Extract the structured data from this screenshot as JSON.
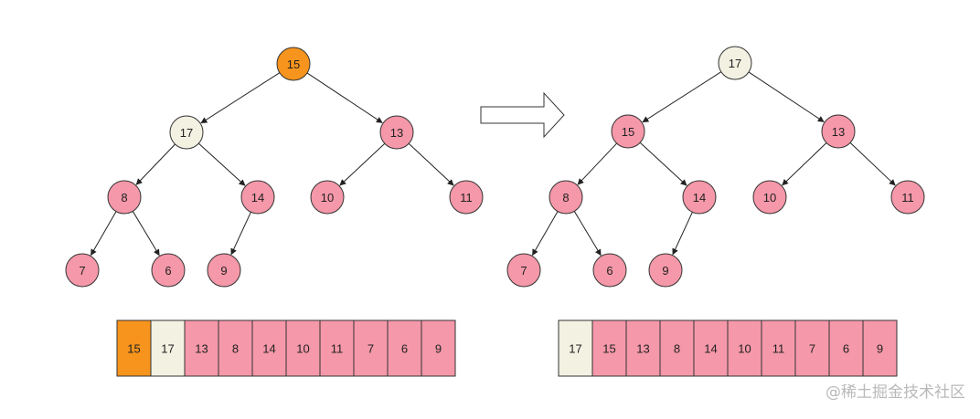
{
  "colors": {
    "pink": "#f598a9",
    "orange": "#f7941d",
    "cream": "#f3f1e2",
    "stroke": "#333333",
    "text": "#222222"
  },
  "before": {
    "tree": {
      "nodes": [
        {
          "id": "n0",
          "label": "15",
          "fill": "orange"
        },
        {
          "id": "n1",
          "label": "17",
          "fill": "cream"
        },
        {
          "id": "n2",
          "label": "13",
          "fill": "pink"
        },
        {
          "id": "n3",
          "label": "8",
          "fill": "pink"
        },
        {
          "id": "n4",
          "label": "14",
          "fill": "pink"
        },
        {
          "id": "n5",
          "label": "10",
          "fill": "pink"
        },
        {
          "id": "n6",
          "label": "11",
          "fill": "pink"
        },
        {
          "id": "n7",
          "label": "7",
          "fill": "pink"
        },
        {
          "id": "n8",
          "label": "6",
          "fill": "pink"
        },
        {
          "id": "n9",
          "label": "9",
          "fill": "pink"
        }
      ],
      "edges": [
        [
          "n0",
          "n1"
        ],
        [
          "n0",
          "n2"
        ],
        [
          "n1",
          "n3"
        ],
        [
          "n1",
          "n4"
        ],
        [
          "n2",
          "n5"
        ],
        [
          "n2",
          "n6"
        ],
        [
          "n3",
          "n7"
        ],
        [
          "n3",
          "n8"
        ],
        [
          "n4",
          "n9"
        ]
      ]
    },
    "array": [
      {
        "label": "15",
        "fill": "orange"
      },
      {
        "label": "17",
        "fill": "cream"
      },
      {
        "label": "13",
        "fill": "pink"
      },
      {
        "label": "8",
        "fill": "pink"
      },
      {
        "label": "14",
        "fill": "pink"
      },
      {
        "label": "10",
        "fill": "pink"
      },
      {
        "label": "11",
        "fill": "pink"
      },
      {
        "label": "7",
        "fill": "pink"
      },
      {
        "label": "6",
        "fill": "pink"
      },
      {
        "label": "9",
        "fill": "pink"
      }
    ]
  },
  "after": {
    "tree": {
      "nodes": [
        {
          "id": "n0",
          "label": "17",
          "fill": "cream"
        },
        {
          "id": "n1",
          "label": "15",
          "fill": "pink"
        },
        {
          "id": "n2",
          "label": "13",
          "fill": "pink"
        },
        {
          "id": "n3",
          "label": "8",
          "fill": "pink"
        },
        {
          "id": "n4",
          "label": "14",
          "fill": "pink"
        },
        {
          "id": "n5",
          "label": "10",
          "fill": "pink"
        },
        {
          "id": "n6",
          "label": "11",
          "fill": "pink"
        },
        {
          "id": "n7",
          "label": "7",
          "fill": "pink"
        },
        {
          "id": "n8",
          "label": "6",
          "fill": "pink"
        },
        {
          "id": "n9",
          "label": "9",
          "fill": "pink"
        }
      ],
      "edges": [
        [
          "n0",
          "n1"
        ],
        [
          "n0",
          "n2"
        ],
        [
          "n1",
          "n3"
        ],
        [
          "n1",
          "n4"
        ],
        [
          "n2",
          "n5"
        ],
        [
          "n2",
          "n6"
        ],
        [
          "n3",
          "n7"
        ],
        [
          "n3",
          "n8"
        ],
        [
          "n4",
          "n9"
        ]
      ]
    },
    "array": [
      {
        "label": "17",
        "fill": "cream"
      },
      {
        "label": "15",
        "fill": "pink"
      },
      {
        "label": "13",
        "fill": "pink"
      },
      {
        "label": "8",
        "fill": "pink"
      },
      {
        "label": "14",
        "fill": "pink"
      },
      {
        "label": "10",
        "fill": "pink"
      },
      {
        "label": "11",
        "fill": "pink"
      },
      {
        "label": "7",
        "fill": "pink"
      },
      {
        "label": "6",
        "fill": "pink"
      },
      {
        "label": "9",
        "fill": "pink"
      }
    ]
  },
  "watermark": "@稀土掘金技术社区"
}
